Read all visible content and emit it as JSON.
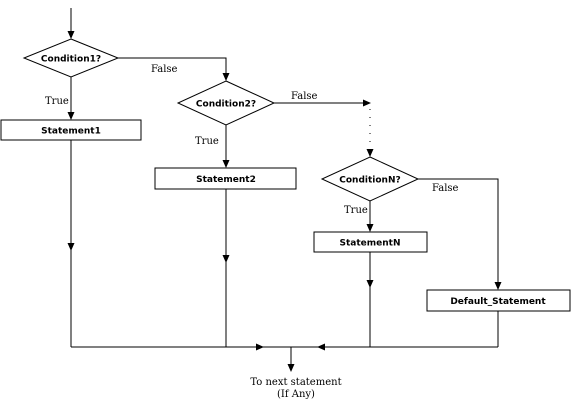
{
  "nodes": {
    "condition1": "Condition1?",
    "condition2": "Condition2?",
    "conditionN": "ConditionN?",
    "statement1": "Statement1",
    "statement2": "Statement2",
    "statementN": "StatementN",
    "default_statement": "Default_Statement"
  },
  "edges": {
    "c1_true": "True",
    "c1_false": "False",
    "c2_true": "True",
    "c2_false": "False",
    "cn_true": "True",
    "cn_false": "False"
  },
  "footer": {
    "line1": "To next statement",
    "line2": "(If Any)"
  }
}
